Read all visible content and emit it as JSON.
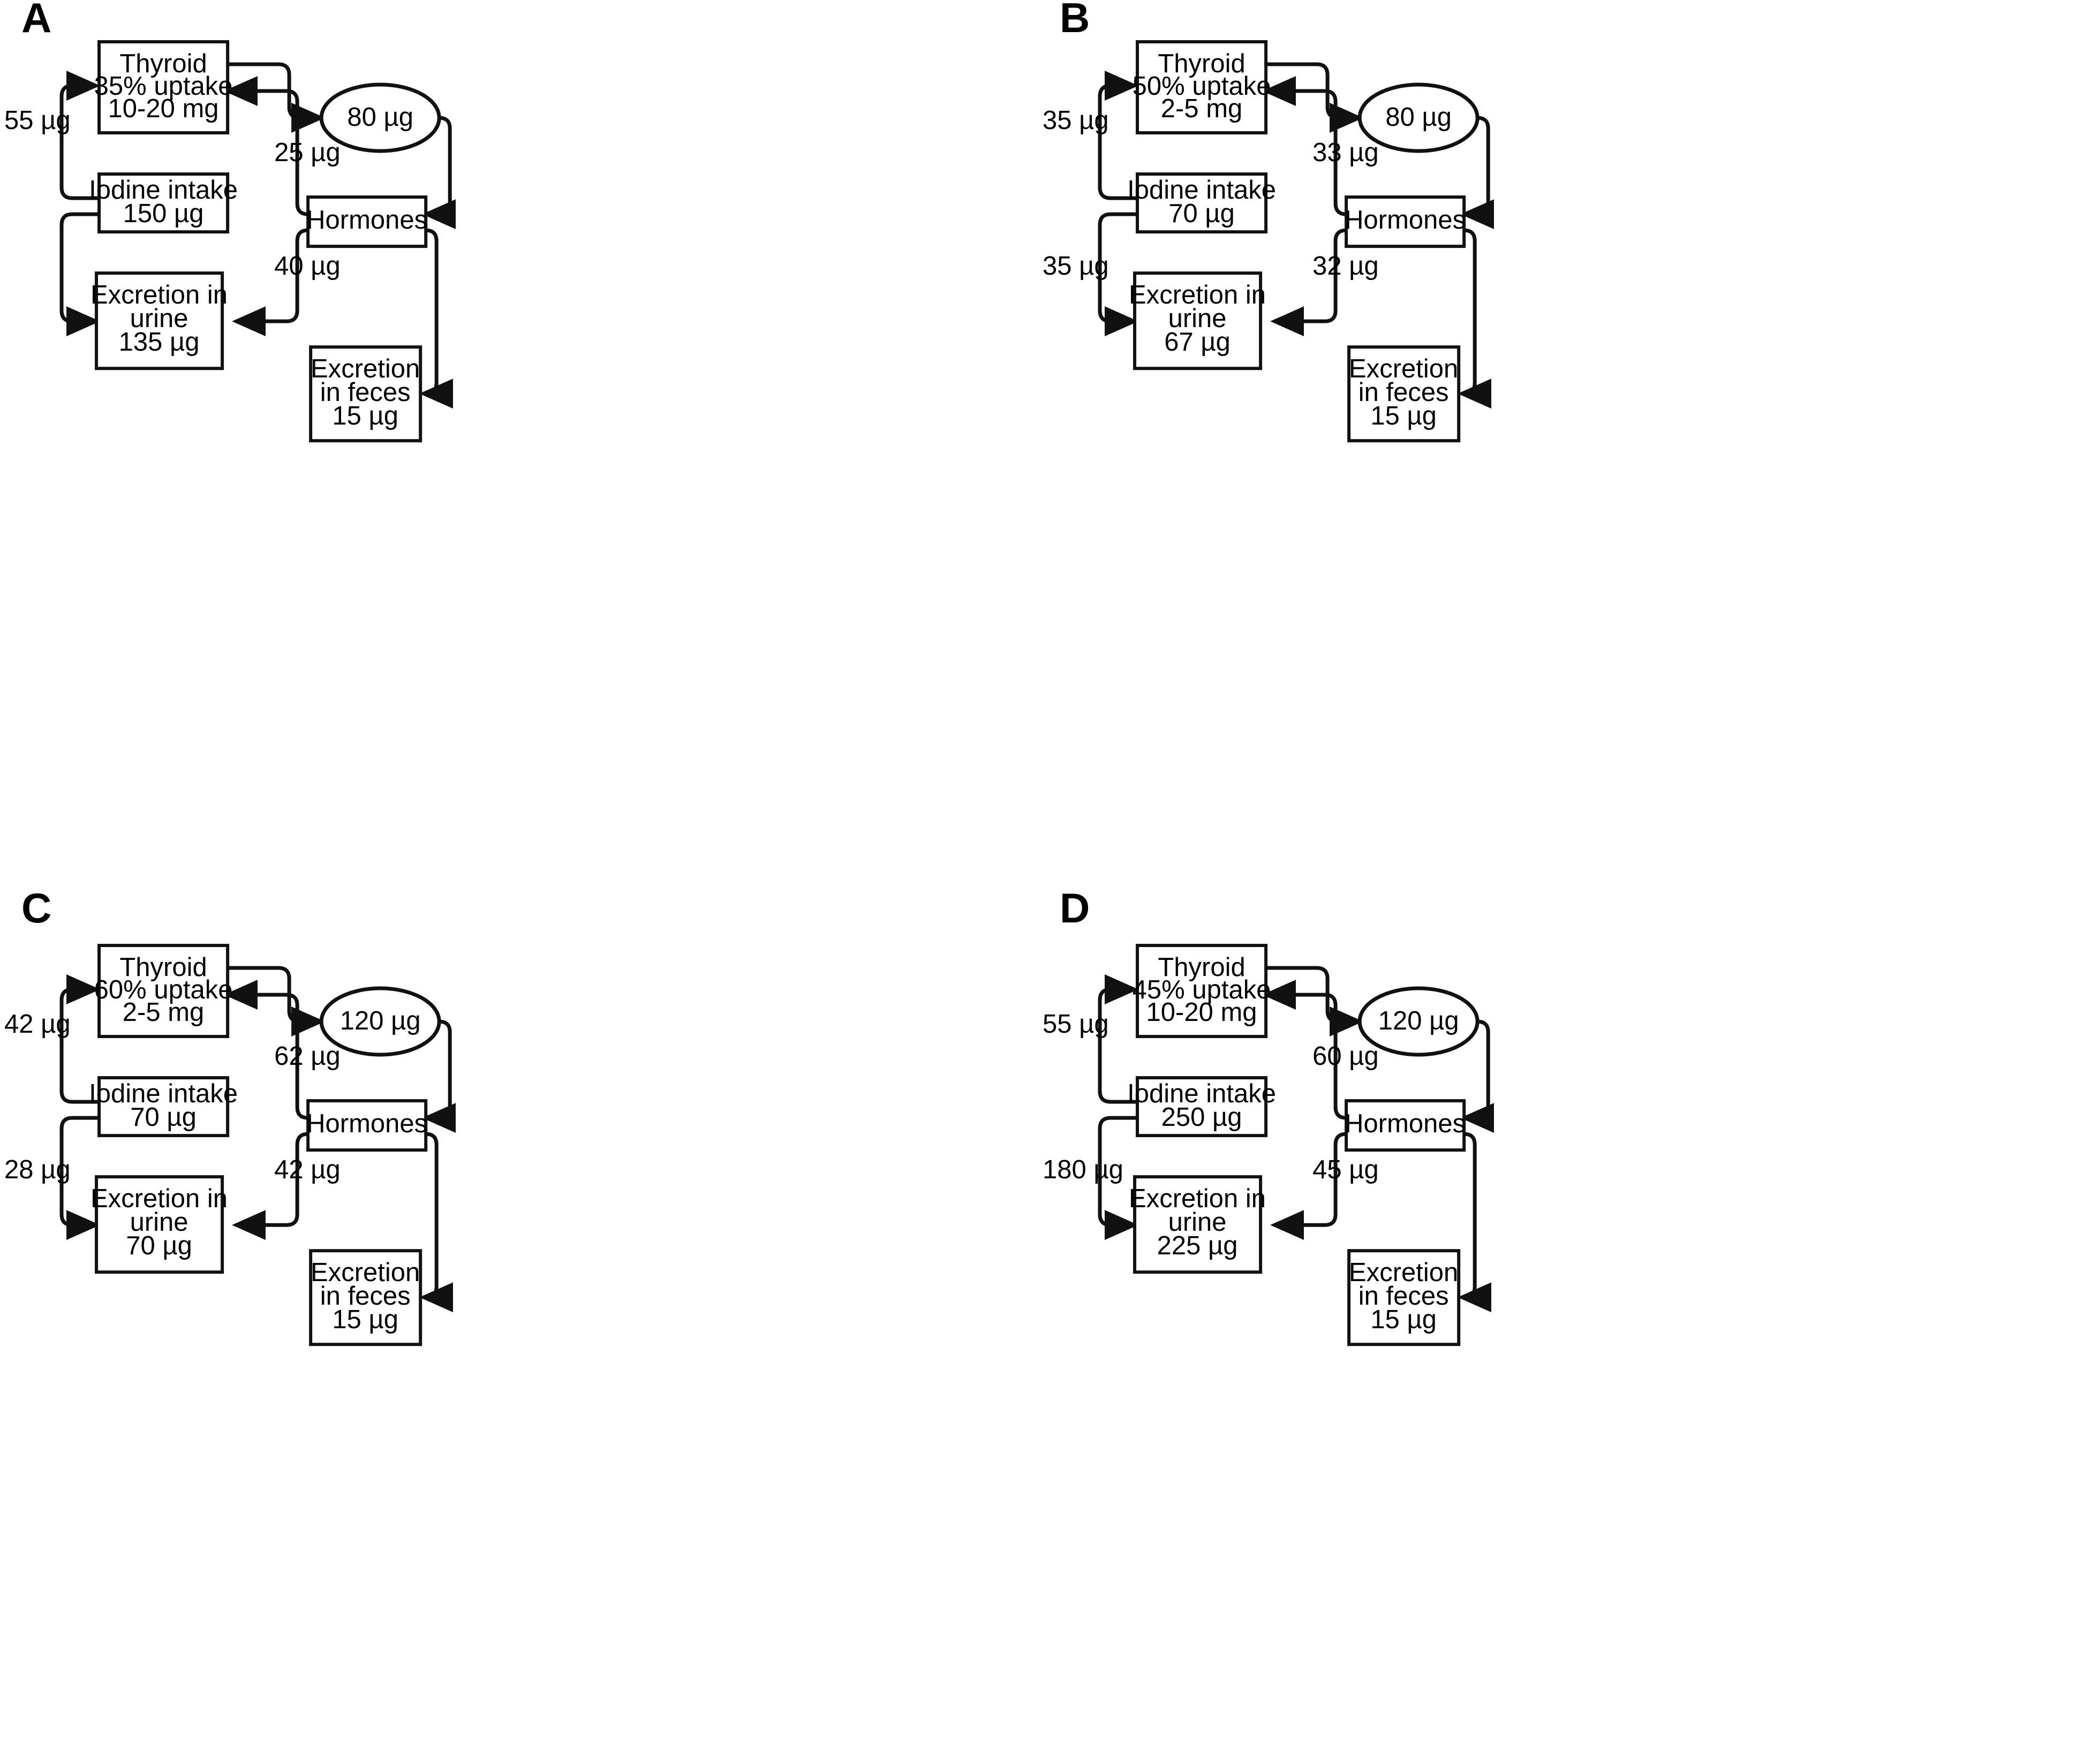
{
  "figure": {
    "panels": [
      {
        "letter": "A",
        "nodes": {
          "thyroid": {
            "line1": "Thyroid",
            "line2": "35% uptake",
            "line3": "10-20 mg"
          },
          "pool": {
            "label": "80 µg"
          },
          "intake": {
            "line1": "Iodine intake",
            "line2": "150 µg"
          },
          "hormones": {
            "label": "Hormones"
          },
          "urine": {
            "line1": "Excretion in",
            "line2": "urine",
            "line3": "135 µg"
          },
          "feces": {
            "line1": "Excretion",
            "line2": "in feces",
            "line3": "15 µg"
          }
        },
        "flows": {
          "intake_to_thyroid": "55 µg",
          "hormones_to_thyroid": "25 µg",
          "intake_to_urine": "",
          "hormones_to_urine": "40 µg"
        }
      },
      {
        "letter": "B",
        "nodes": {
          "thyroid": {
            "line1": "Thyroid",
            "line2": "50% uptake",
            "line3": "2-5 mg"
          },
          "pool": {
            "label": "80 µg"
          },
          "intake": {
            "line1": "Iodine intake",
            "line2": "70 µg"
          },
          "hormones": {
            "label": "Hormones"
          },
          "urine": {
            "line1": "Excretion in",
            "line2": "urine",
            "line3": "67 µg"
          },
          "feces": {
            "line1": "Excretion",
            "line2": "in feces",
            "line3": "15 µg"
          }
        },
        "flows": {
          "intake_to_thyroid": "35 µg",
          "hormones_to_thyroid": "33 µg",
          "intake_to_urine": "35 µg",
          "hormones_to_urine": "32 µg"
        }
      },
      {
        "letter": "C",
        "nodes": {
          "thyroid": {
            "line1": "Thyroid",
            "line2": "60% uptake",
            "line3": "2-5 mg"
          },
          "pool": {
            "label": "120 µg"
          },
          "intake": {
            "line1": "Iodine intake",
            "line2": "70 µg"
          },
          "hormones": {
            "label": "Hormones"
          },
          "urine": {
            "line1": "Excretion in",
            "line2": "urine",
            "line3": "70 µg"
          },
          "feces": {
            "line1": "Excretion",
            "line2": "in feces",
            "line3": "15 µg"
          }
        },
        "flows": {
          "intake_to_thyroid": "42 µg",
          "hormones_to_thyroid": "62 µg",
          "intake_to_urine": "28 µg",
          "hormones_to_urine": "42 µg"
        }
      },
      {
        "letter": "D",
        "nodes": {
          "thyroid": {
            "line1": "Thyroid",
            "line2": "45% uptake",
            "line3": "10-20 mg"
          },
          "pool": {
            "label": "120 µg"
          },
          "intake": {
            "line1": "Iodine intake",
            "line2": "250 µg"
          },
          "hormones": {
            "label": "Hormones"
          },
          "urine": {
            "line1": "Excretion in",
            "line2": "urine",
            "line3": "225 µg"
          },
          "feces": {
            "line1": "Excretion",
            "line2": "in feces",
            "line3": "15 µg"
          }
        },
        "flows": {
          "intake_to_thyroid": "55 µg",
          "hormones_to_thyroid": "60 µg",
          "intake_to_urine": "180 µg",
          "hormones_to_urine": "45 µg"
        }
      }
    ],
    "colors": {
      "stroke": "#111111",
      "background": "#ffffff",
      "text": "#000000"
    }
  }
}
